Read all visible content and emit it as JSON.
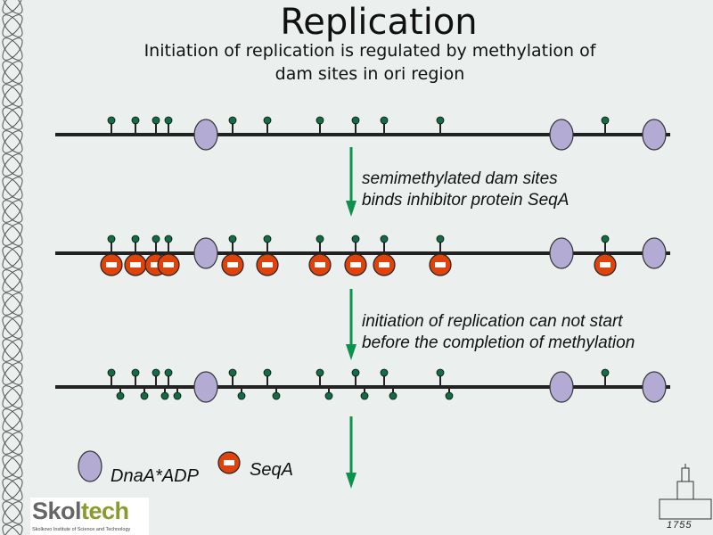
{
  "title": "Replication",
  "subtitle_line1": "Initiation of replication is regulated by methylation of",
  "subtitle_line2": "dam sites in ori region",
  "step1_line1": "semimethylated dam sites",
  "step1_line2": "binds  inhibitor protein SeqA",
  "step2_line1": "initiation of replication can not start",
  "step2_line2": "before the completion of methylation",
  "legend": {
    "dnaa_label": "DnaA*ADP",
    "seqa_label": "SeqA"
  },
  "logo": {
    "brand_a": "Skol",
    "brand_b": "tech",
    "tagline": "Skolkovo Institute of Science and Technology"
  },
  "seal_year": "1755",
  "colors": {
    "dna": "#222222",
    "methyl": "#0f6e45",
    "dnaa": "#b3abd4",
    "seqa": "#e0420c",
    "arrow": "#0d9050",
    "skol_gray": "#666666",
    "skol_green": "#8a9a2c"
  }
}
